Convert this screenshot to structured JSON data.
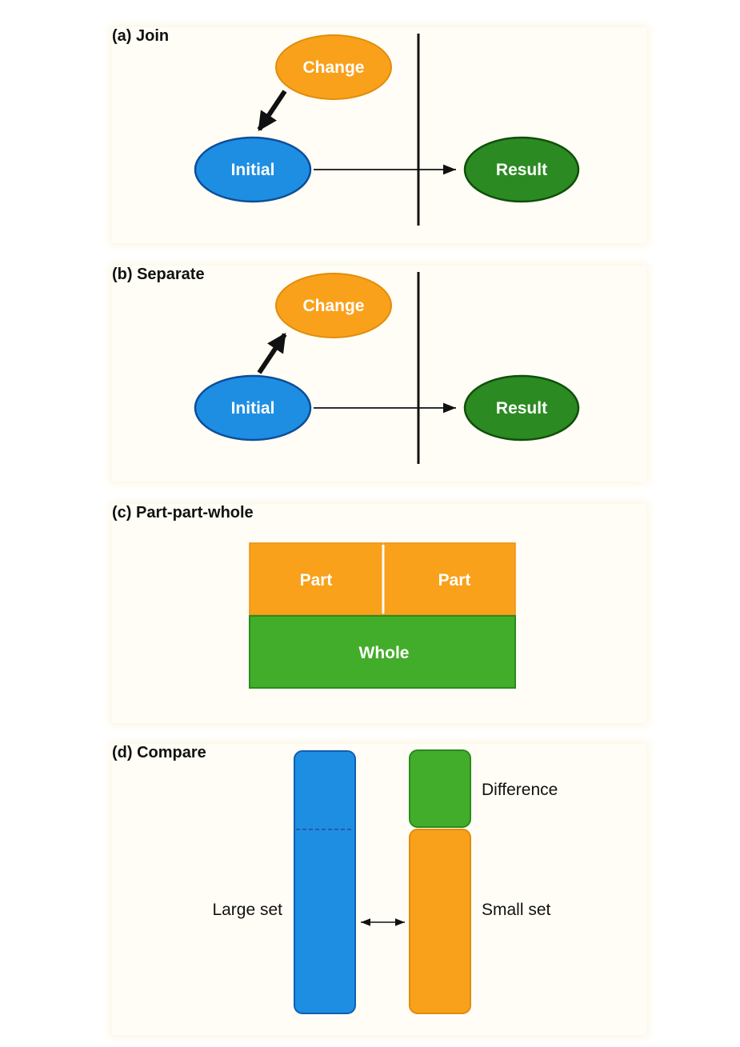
{
  "panels": {
    "join": {
      "title": "(a) Join",
      "change": "Change",
      "initial": "Initial",
      "result": "Result"
    },
    "separate": {
      "title": "(b) Separate",
      "change": "Change",
      "initial": "Initial",
      "result": "Result"
    },
    "part_part_whole": {
      "title": "(c) Part-part-whole",
      "part_left": "Part",
      "part_right": "Part",
      "whole": "Whole"
    },
    "compare": {
      "title": "(d) Compare",
      "difference": "Difference",
      "large_set": "Large set",
      "small_set": "Small set"
    }
  },
  "colors": {
    "orange": "#f9a11b",
    "blue": "#1e8ee3",
    "dark_green": "#2b8a22",
    "light_green": "#42ad2a",
    "panel_bg": "#fffdf5"
  }
}
